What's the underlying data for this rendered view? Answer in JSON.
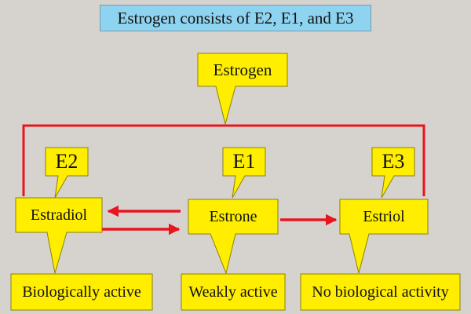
{
  "title": "Estrogen consists of  E2, E1, and E3",
  "root": {
    "label": "Estrogen"
  },
  "codes": {
    "e2": "E2",
    "e1": "E1",
    "e3": "E3"
  },
  "compounds": {
    "estradiol": "Estradiol",
    "estrone": "Estrone",
    "estriol": "Estriol"
  },
  "activity": {
    "estradiol": "Biologically active",
    "estrone": "Weakly active",
    "estriol": "No biological activity"
  },
  "colors": {
    "callout_fill": "#ffee00",
    "callout_stroke": "#8c8200",
    "arrow": "#e8141e",
    "title_fill": "#8ed4f0",
    "background": "#d6d3cf"
  }
}
